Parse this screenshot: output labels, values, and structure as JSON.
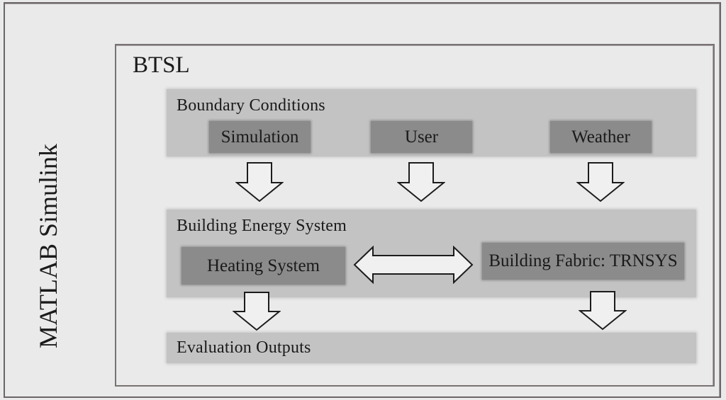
{
  "outer": {
    "label": "MATLAB Simulink"
  },
  "btsl": {
    "label": "BTSL"
  },
  "bands": [
    {
      "label": "Boundary Conditions",
      "boxes": [
        {
          "label": "Simulation"
        },
        {
          "label": "User"
        },
        {
          "label": "Weather"
        }
      ]
    },
    {
      "label": "Building Energy System",
      "boxes": [
        {
          "label": "Heating System"
        },
        {
          "label": "Building Fabric: TRNSYS"
        }
      ]
    },
    {
      "label": "Evaluation Outputs",
      "boxes": []
    }
  ],
  "icons": {
    "down_arrow": "down-block-arrow",
    "double_arrow": "left-right-block-arrow"
  },
  "colors": {
    "bg": "#eaeaea",
    "band": "#c3c3c3",
    "box": "#8b8b8b",
    "frame_border": "#6b6567",
    "btsl_border": "#797273",
    "text": "#1a1a1a",
    "arrow_fill": "#f0f0f0",
    "arrow_stroke": "#1c1c1c"
  }
}
